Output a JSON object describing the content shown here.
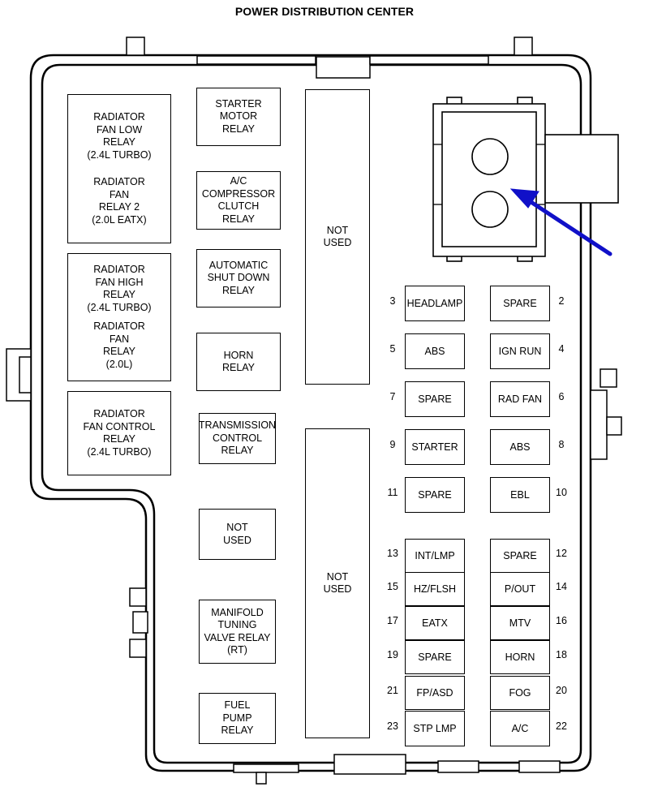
{
  "title": "POWER DISTRIBUTION CENTER",
  "relays": {
    "rad_fan_low": [
      "RADIATOR",
      "FAN LOW",
      "RELAY",
      "(2.4L TURBO)"
    ],
    "rad_fan_relay2": [
      "RADIATOR",
      "FAN",
      "RELAY 2",
      "(2.0L EATX)"
    ],
    "rad_fan_high": [
      "RADIATOR",
      "FAN HIGH",
      "RELAY",
      "(2.4L TURBO)"
    ],
    "rad_fan_20": [
      "RADIATOR",
      "FAN",
      "RELAY",
      "(2.0L)"
    ],
    "rad_fan_control": [
      "RADIATOR",
      "FAN CONTROL",
      "RELAY",
      "(2.4L TURBO)"
    ],
    "starter": [
      "STARTER",
      "MOTOR",
      "RELAY"
    ],
    "ac_clutch": [
      "A/C",
      "COMPRESSOR",
      "CLUTCH",
      "RELAY"
    ],
    "asd": [
      "AUTOMATIC",
      "SHUT DOWN",
      "RELAY"
    ],
    "horn": [
      "HORN",
      "RELAY"
    ],
    "transmission": [
      "TRANSMISSION",
      "CONTROL",
      "RELAY"
    ],
    "not_used_small": [
      "NOT",
      "USED"
    ],
    "manifold": [
      "MANIFOLD",
      "TUNING",
      "VALVE RELAY",
      "(RT)"
    ],
    "fuel_pump": [
      "FUEL",
      "PUMP",
      "RELAY"
    ],
    "not_used_top": [
      "NOT",
      "USED"
    ],
    "not_used_bottom": [
      "NOT",
      "USED"
    ]
  },
  "fuses_left": [
    {
      "num": "3",
      "label": "HEADLAMP"
    },
    {
      "num": "5",
      "label": "ABS"
    },
    {
      "num": "7",
      "label": "SPARE"
    },
    {
      "num": "9",
      "label": "STARTER"
    },
    {
      "num": "11",
      "label": "SPARE"
    },
    {
      "num": "13",
      "label": "INT/LMP"
    },
    {
      "num": "15",
      "label": "HZ/FLSH"
    },
    {
      "num": "17",
      "label": "EATX"
    },
    {
      "num": "19",
      "label": "SPARE"
    },
    {
      "num": "21",
      "label": "FP/ASD"
    },
    {
      "num": "23",
      "label": "STP LMP"
    }
  ],
  "fuses_right": [
    {
      "num": "2",
      "label": "SPARE"
    },
    {
      "num": "4",
      "label": "IGN RUN"
    },
    {
      "num": "6",
      "label": "RAD FAN"
    },
    {
      "num": "8",
      "label": "ABS"
    },
    {
      "num": "10",
      "label": "EBL"
    },
    {
      "num": "12",
      "label": "SPARE"
    },
    {
      "num": "14",
      "label": "P/OUT"
    },
    {
      "num": "16",
      "label": "MTV"
    },
    {
      "num": "18",
      "label": "HORN"
    },
    {
      "num": "20",
      "label": "FOG"
    },
    {
      "num": "22",
      "label": "A/C"
    }
  ],
  "colors": {
    "line": "#000000",
    "arrow": "#1010c8",
    "background": "#ffffff"
  }
}
